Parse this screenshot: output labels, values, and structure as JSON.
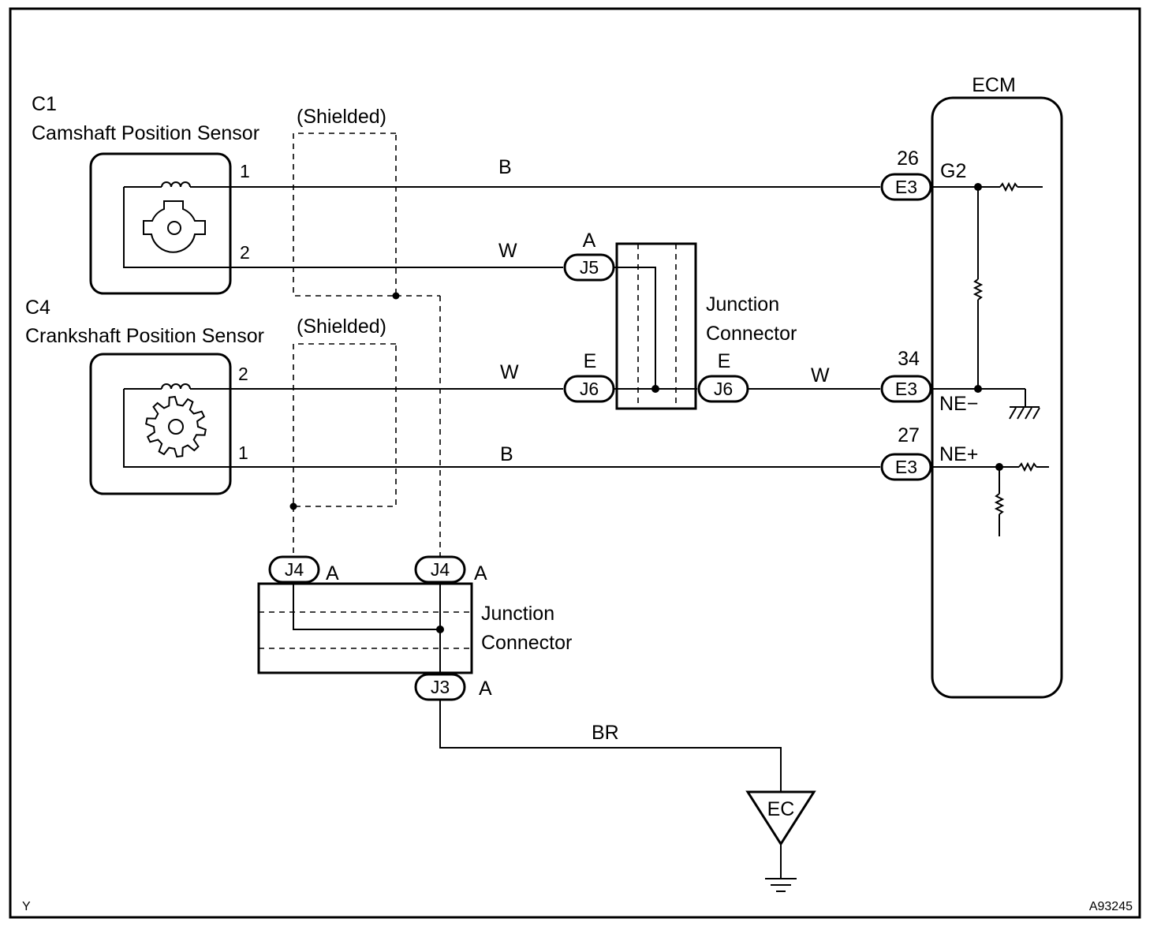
{
  "sensors": {
    "cam": {
      "code": "C1",
      "name": "Camshaft Position Sensor",
      "pin_top": "1",
      "pin_bottom": "2",
      "shield": "(Shielded)"
    },
    "crank": {
      "code": "C4",
      "name": "Crankshaft Position Sensor",
      "pin_top": "2",
      "pin_bottom": "1",
      "shield": "(Shielded)"
    }
  },
  "wires": {
    "cam_pin1": "B",
    "cam_pin2": "W",
    "crank_pin2": "W",
    "junction_out": "W",
    "crank_pin1": "B",
    "ground": "BR"
  },
  "junction_upper": {
    "label_line1": "Junction",
    "label_line2": "Connector",
    "j5": {
      "code": "J5",
      "tag": "A"
    },
    "j6_in": {
      "code": "J6",
      "tag": "E"
    },
    "j6_out": {
      "code": "J6",
      "tag": "E"
    }
  },
  "junction_lower": {
    "label_line1": "Junction",
    "label_line2": "Connector",
    "j4_left": {
      "code": "J4",
      "tag": "A"
    },
    "j4_right": {
      "code": "J4",
      "tag": "A"
    },
    "j3": {
      "code": "J3",
      "tag": "A"
    }
  },
  "ecm": {
    "title": "ECM",
    "terminals": [
      {
        "pin": "26",
        "connector": "E3",
        "signal": "G2"
      },
      {
        "pin": "34",
        "connector": "E3",
        "signal": "NE−"
      },
      {
        "pin": "27",
        "connector": "E3",
        "signal": "NE+"
      }
    ]
  },
  "ground_point": "EC",
  "corner_code_left": "Y",
  "corner_code_right": "A93245"
}
